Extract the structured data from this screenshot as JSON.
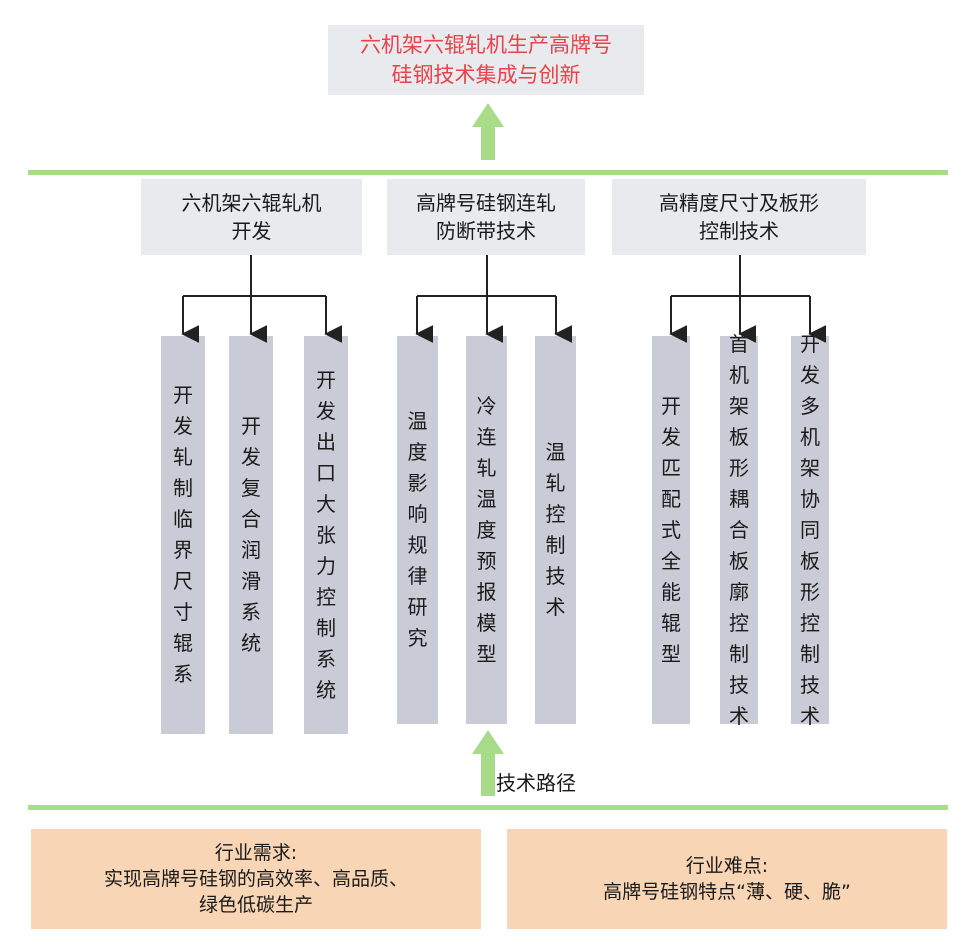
{
  "top_title": {
    "line1": "六机架六辊轧机生产高牌号",
    "line2": "硅钢技术集成与创新"
  },
  "branches": [
    {
      "line1": "六机架六辊轧机",
      "line2": "开发"
    },
    {
      "line1": "高牌号硅钢连轧",
      "line2": "防断带技术"
    },
    {
      "line1": "高精度尺寸及板形",
      "line2": "控制技术"
    }
  ],
  "columns": [
    "开发轧制临界尺寸辊系",
    "开发复合润滑系统",
    "开发出口大张力控制系统",
    "温度影响规律研究",
    "冷连轧温度预报模型",
    "温轧控制技术",
    "开发匹配式全能辊型",
    "首机架板形耦合板廓控制技术",
    "开发多机架协同板形控制技术"
  ],
  "path_label": "技术路径",
  "demand": {
    "line1": "行业需求:",
    "line2": "实现高牌号硅钢的高效率、高品质、",
    "line3": "绿色低碳生产"
  },
  "difficulty": {
    "line1": "行业难点:",
    "line2": "高牌号硅钢特点“薄、硬、脆”"
  },
  "colors": {
    "title_red": "#e8424a",
    "arrow_green": "#a9dc89",
    "line_green": "#a9dc89",
    "box_gray": "#e8eaed",
    "column_gray": "#c9ccd6",
    "peach": "#f8d5b4"
  }
}
